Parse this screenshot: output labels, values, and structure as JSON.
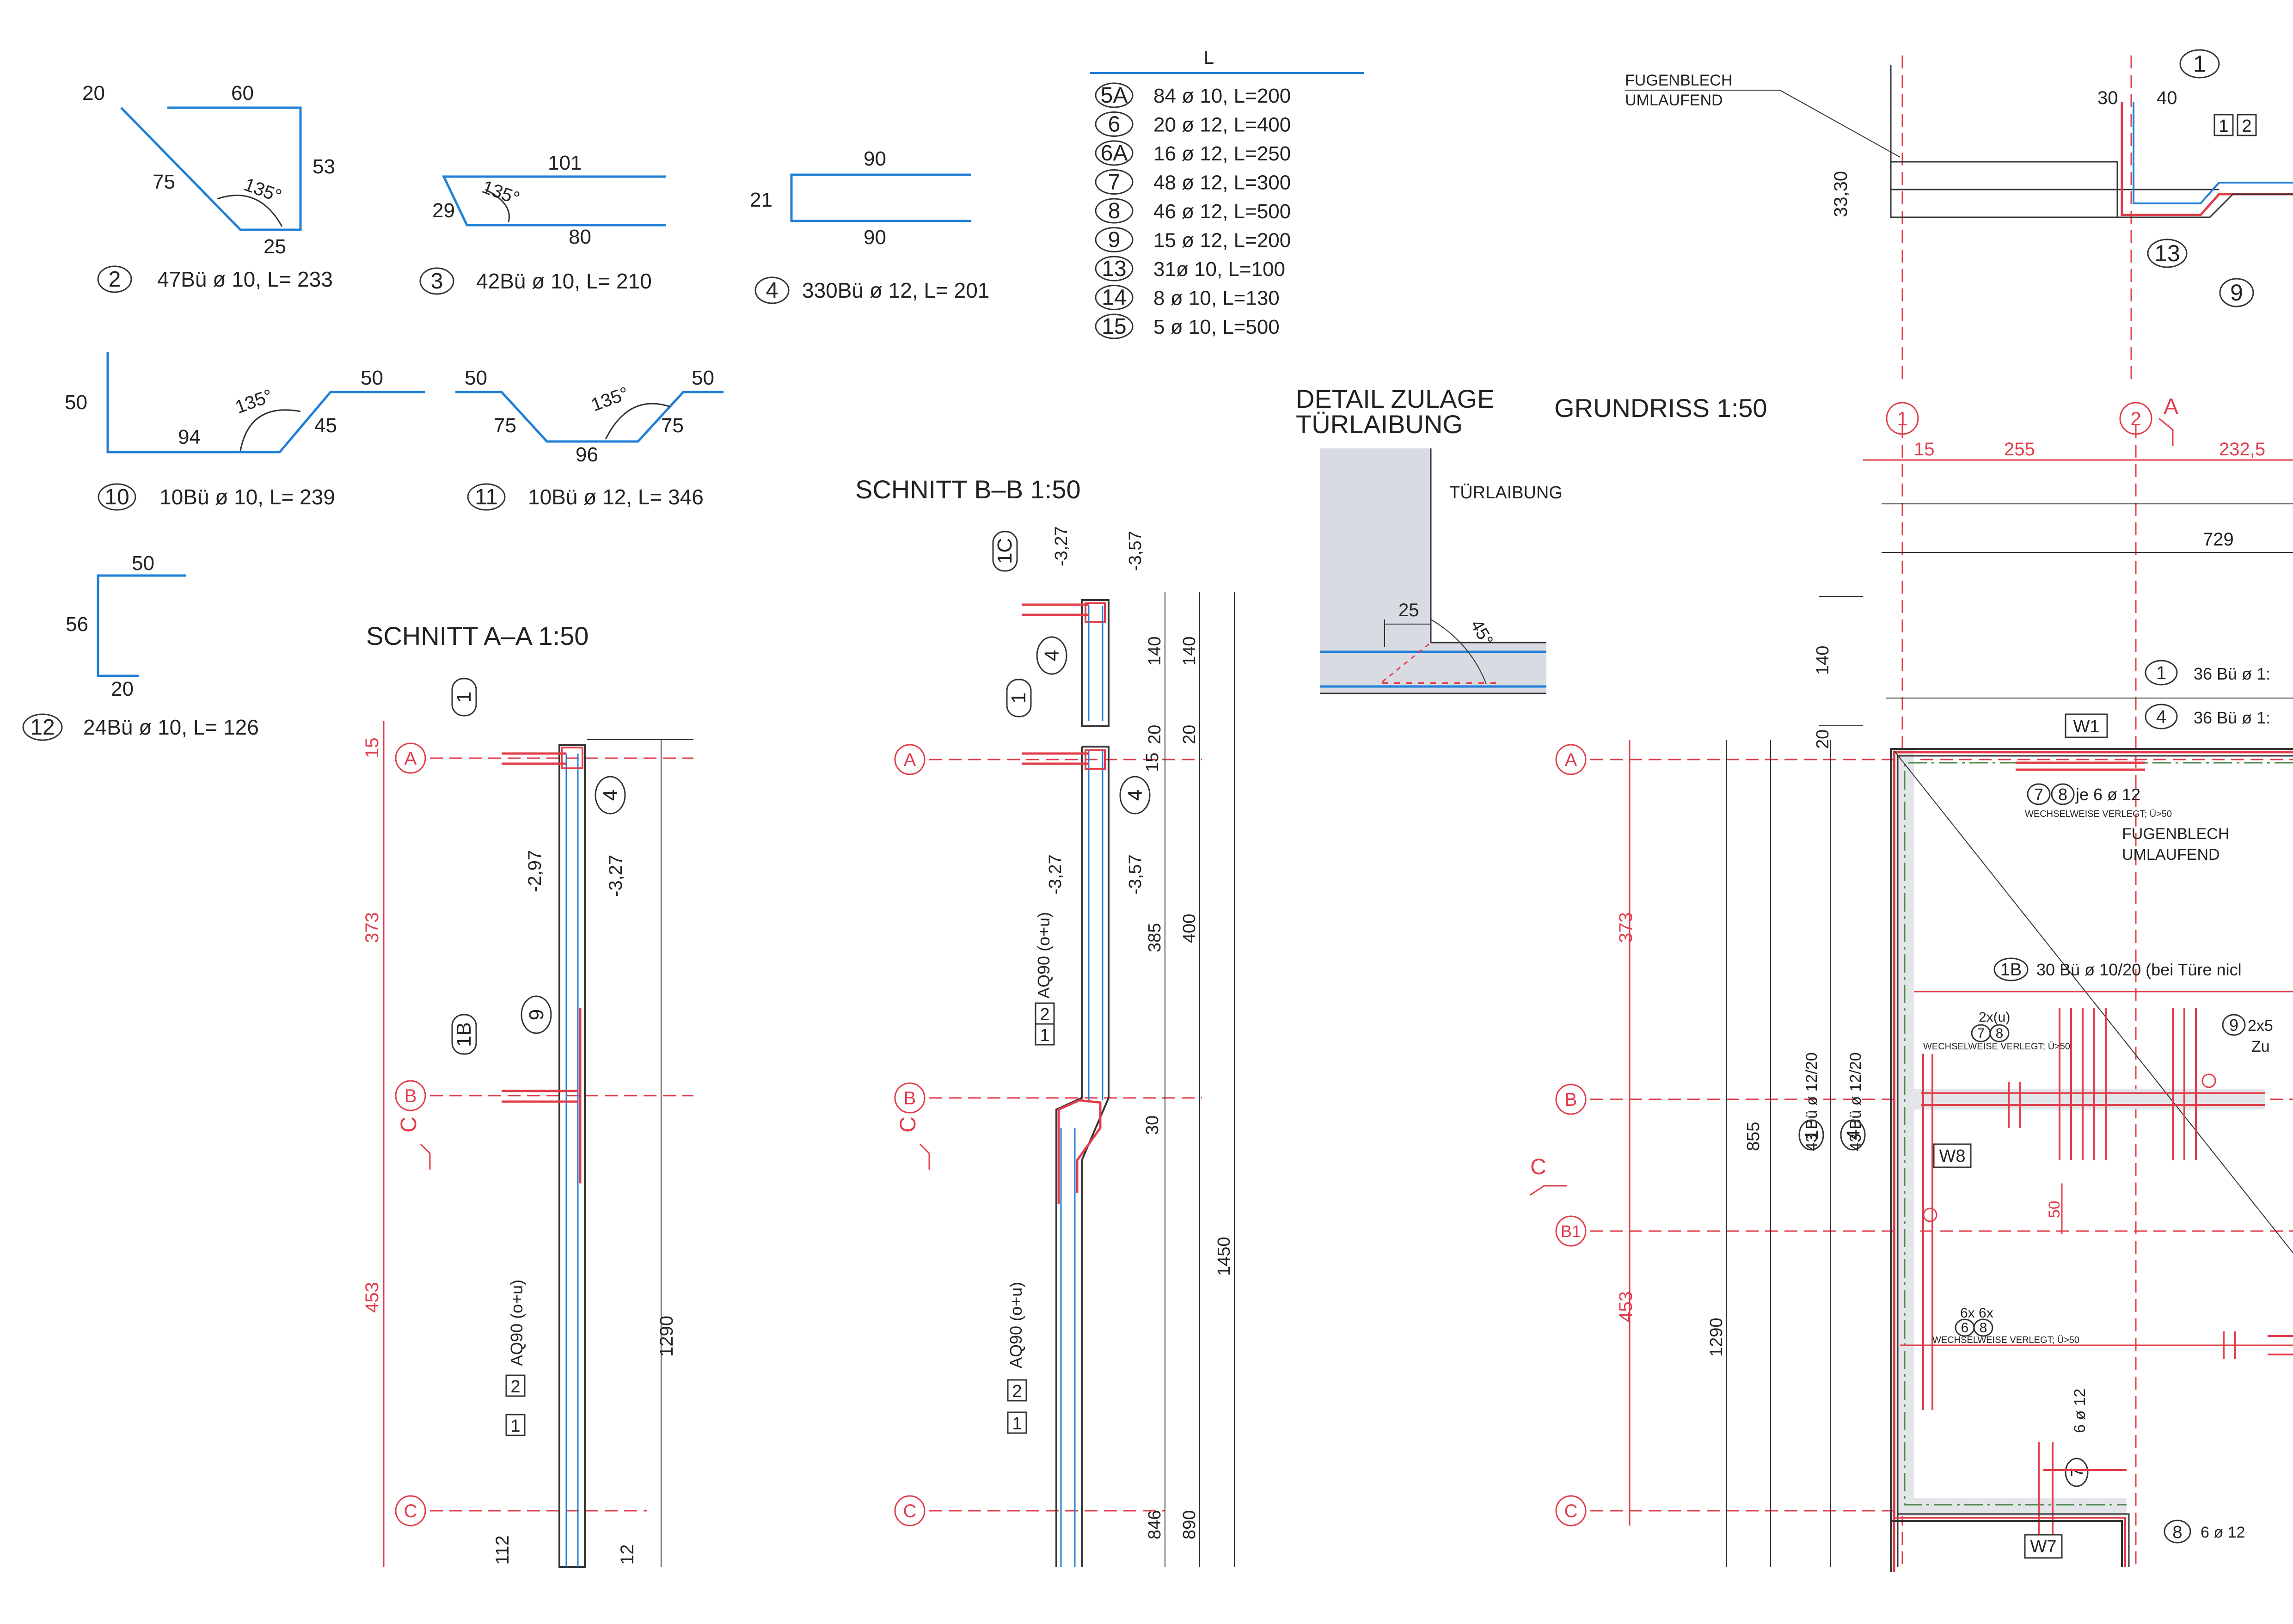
{
  "bar_shapes": [
    {
      "pos": "2",
      "spec": "47Bü ø 10,  L=  233",
      "dims": [
        "20",
        "60",
        "75",
        "135°",
        "53",
        "25"
      ]
    },
    {
      "pos": "3",
      "spec": "42Bü ø 10,  L=  210",
      "dims": [
        "101",
        "135°",
        "29",
        "80"
      ]
    },
    {
      "pos": "4",
      "spec": "330Bü ø 12,  L=  201",
      "dims": [
        "90",
        "21",
        "90"
      ]
    },
    {
      "pos": "10",
      "spec": "10Bü ø 10,  L=  239",
      "dims": [
        "50",
        "50",
        "135°",
        "94",
        "45"
      ]
    },
    {
      "pos": "11",
      "spec": "10Bü ø 12,  L=  346",
      "dims": [
        "50",
        "50",
        "135°",
        "75",
        "96",
        "75"
      ]
    },
    {
      "pos": "12",
      "spec": "24Bü ø 10,  L=  126",
      "dims": [
        "50",
        "56",
        "20"
      ]
    }
  ],
  "straight_bars": {
    "header": "L",
    "rows": [
      {
        "pos": "5A",
        "spec": "84 ø 10,  L=200"
      },
      {
        "pos": "6",
        "spec": "20 ø 12,  L=400"
      },
      {
        "pos": "6A",
        "spec": "16 ø 12,  L=250"
      },
      {
        "pos": "7",
        "spec": "48 ø 12,  L=300"
      },
      {
        "pos": "8",
        "spec": "46 ø 12,  L=500"
      },
      {
        "pos": "9",
        "spec": "15 ø 12,  L=200"
      },
      {
        "pos": "13",
        "spec": "31ø 10,  L=100"
      },
      {
        "pos": "14",
        "spec": "8 ø 10,  L=130"
      },
      {
        "pos": "15",
        "spec": "5 ø 10,  L=500"
      }
    ]
  },
  "titles": {
    "schnitt_aa": "SCHNITT A–A   1:50",
    "schnitt_bb": "SCHNITT B–B   1:50",
    "detail_1": "DETAIL ZULAGE",
    "detail_2": "TÜRLAIBUNG",
    "grundriss": "GRUNDRISS 1:50"
  },
  "notes": {
    "fugenblech_1": "FUGENBLECH",
    "fugenblech_2": "UMLAUFEND",
    "turlaibung": "TÜRLAIBUNG",
    "wechsel": "WECHSELWEISE VERLEGT; Ü>50",
    "je_6_12": "je 6 ø 12",
    "pos1b_spec": "30 Bü ø 10/20  (bei Türe nicl",
    "pos1_spec": "36 Bü ø 1:",
    "pos4_spec": "36 Bü ø 1:",
    "x2_u": "2x(u)",
    "x6x6": "6x  6x",
    "six_12": "6 ø 12",
    "eight_spec": "6 ø 12",
    "vert_43_1": "43 Bü ø 12/20",
    "vert_43_2": "43 Bü ø 12/20",
    "nine_2x": "2x5",
    "zu": "Zu",
    "aq90": "AQ90 (o+u)"
  },
  "walls": {
    "w1": "W1",
    "w7": "W7",
    "w8": "W8"
  },
  "grid": {
    "a": "A",
    "b": "B",
    "b1": "B1",
    "c": "C",
    "g1": "1",
    "g2": "2",
    "cut_c": "C",
    "cut_a": "A"
  },
  "dims": {
    "aa_15": "15",
    "aa_373": "373",
    "aa_453": "453",
    "aa_1290": "1290",
    "aa_297": "-2,97",
    "aa_327": "-3,27",
    "aa_112": "112",
    "aa_12": "12",
    "bb_327a": "-3,27",
    "bb_357a": "-3,57",
    "bb_140a": "140",
    "bb_140b": "140",
    "bb_20a": "20",
    "bb_20b": "20",
    "bb_15": "15",
    "bb_327b": "-3,27",
    "bb_357b": "-3,57",
    "bb_385": "385",
    "bb_400": "400",
    "bb_30": "30",
    "bb_1450": "1450",
    "bb_846": "846",
    "bb_890": "890",
    "det_25": "25",
    "det_45": "45°",
    "gr_15": "15",
    "gr_255": "255",
    "gr_2325": "232,5",
    "gr_729": "729",
    "gr_140": "140",
    "gr_20": "20",
    "gr_373": "373",
    "gr_855": "855",
    "gr_453": "453",
    "gr_1290": "1290",
    "gr_50": "50",
    "top_30": "30",
    "top_40": "40",
    "top_3330": "33,30"
  },
  "cut_markers": {
    "a1": "1",
    "a2": "2",
    "b1": "1",
    "b2": "2"
  }
}
